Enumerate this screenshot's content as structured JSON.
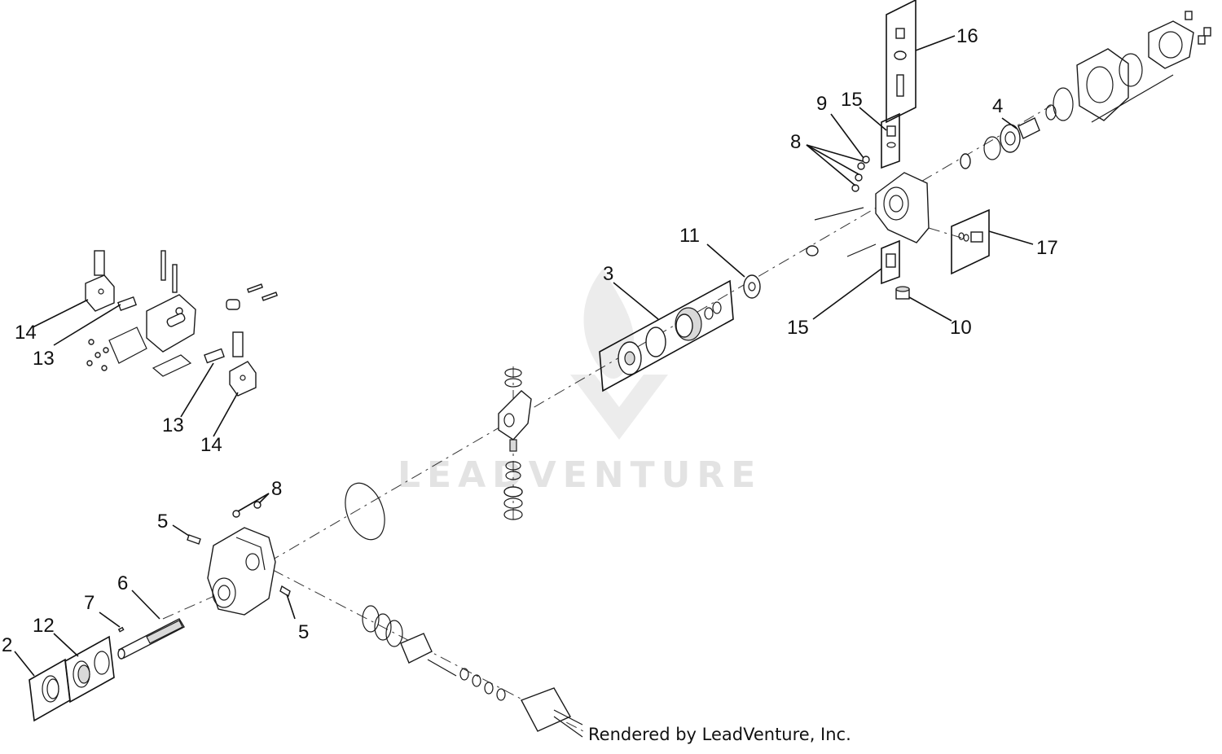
{
  "diagram": {
    "callouts": [
      {
        "id": "c2",
        "text": "2"
      },
      {
        "id": "c12",
        "text": "12"
      },
      {
        "id": "c7",
        "text": "7"
      },
      {
        "id": "c6",
        "text": "6"
      },
      {
        "id": "c5a",
        "text": "5"
      },
      {
        "id": "c5b",
        "text": "5"
      },
      {
        "id": "c8a",
        "text": "8"
      },
      {
        "id": "c8b",
        "text": "8"
      },
      {
        "id": "c3",
        "text": "3"
      },
      {
        "id": "c11",
        "text": "11"
      },
      {
        "id": "c9",
        "text": "9"
      },
      {
        "id": "c15a",
        "text": "15"
      },
      {
        "id": "c15b",
        "text": "15"
      },
      {
        "id": "c16",
        "text": "16"
      },
      {
        "id": "c4",
        "text": "4"
      },
      {
        "id": "c17",
        "text": "17"
      },
      {
        "id": "c10",
        "text": "10"
      },
      {
        "id": "c14a",
        "text": "14"
      },
      {
        "id": "c14b",
        "text": "14"
      },
      {
        "id": "c13a",
        "text": "13"
      },
      {
        "id": "c13b",
        "text": "13"
      }
    ],
    "watermark": "LEADVENTURE",
    "credit": "Rendered by LeadVenture, Inc."
  }
}
